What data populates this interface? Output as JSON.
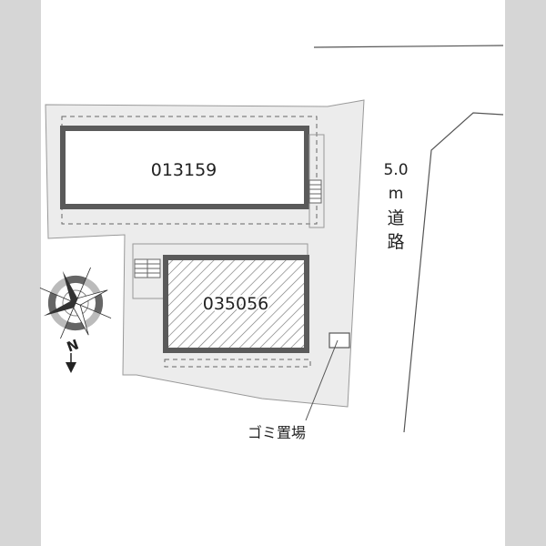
{
  "buildings": {
    "upper": {
      "id": "013159"
    },
    "lower": {
      "id": "035056"
    }
  },
  "road": {
    "width": "5.0",
    "unit": "m",
    "name_line1": "道",
    "name_line2": "路"
  },
  "garbage": {
    "label": "ゴミ置場"
  },
  "compass": {
    "north_label": "N",
    "icon": "compass-rose-icon"
  },
  "colors": {
    "lot_fill": "#ececec",
    "building_border": "#5a5a5a",
    "line": "#555555",
    "text": "#222222"
  }
}
